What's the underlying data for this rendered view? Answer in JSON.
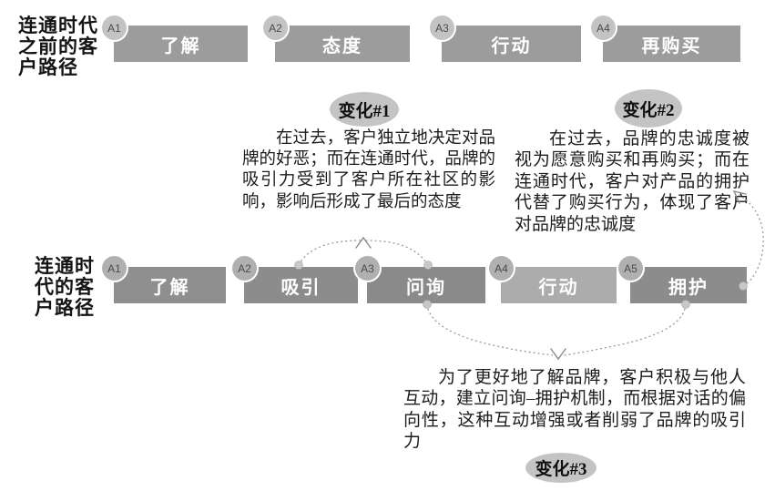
{
  "palette": {
    "bar_row1": "#9c9c9c",
    "badge_row1": "#c3c3c3",
    "badge_row2": "#b0b0b0",
    "ellipse_fill": "#c4c4c4",
    "dash_color": "#9a9a9a"
  },
  "pre_era_path": {
    "label": "连通时代\n之前的客\n户路径",
    "stages": [
      {
        "badge": "A1",
        "name": "了解",
        "color": "#9c9c9c"
      },
      {
        "badge": "A2",
        "name": "态度",
        "color": "#9c9c9c"
      },
      {
        "badge": "A3",
        "name": "行动",
        "color": "#9c9c9c"
      },
      {
        "badge": "A4",
        "name": "再购买",
        "color": "#9c9c9c"
      }
    ]
  },
  "connected_era_path": {
    "label": "连通时\n代的客\n户路径",
    "stages": [
      {
        "badge": "A1",
        "name": "了解",
        "color": "#8f8f8f"
      },
      {
        "badge": "A2",
        "name": "吸引",
        "color": "#8c8c8c"
      },
      {
        "badge": "A3",
        "name": "问询",
        "color": "#8a8a8a"
      },
      {
        "badge": "A4",
        "name": "行动",
        "color": "#acacac"
      },
      {
        "badge": "A5",
        "name": "拥护",
        "color": "#8c8c8c"
      }
    ]
  },
  "changes": [
    {
      "tag": "变化#1",
      "description": "在过去，客户独立地决定对品牌的好恶；而在连通时代，品牌的吸引力受到了客户所在社区的影响，影响后形成了最后的态度"
    },
    {
      "tag": "变化#2",
      "description": "在过去，品牌的忠诚度被视为愿意购买和再购买；而在连通时代，客户对产品的拥护代替了购买行为，体现了客户对品牌的忠诚度"
    },
    {
      "tag": "变化#3",
      "description": "为了更好地了解品牌，客户积极与他人互动，建立问询–拥护机制，而根据对话的偏向性，这种互动增强或者削弱了品牌的吸引力"
    }
  ]
}
